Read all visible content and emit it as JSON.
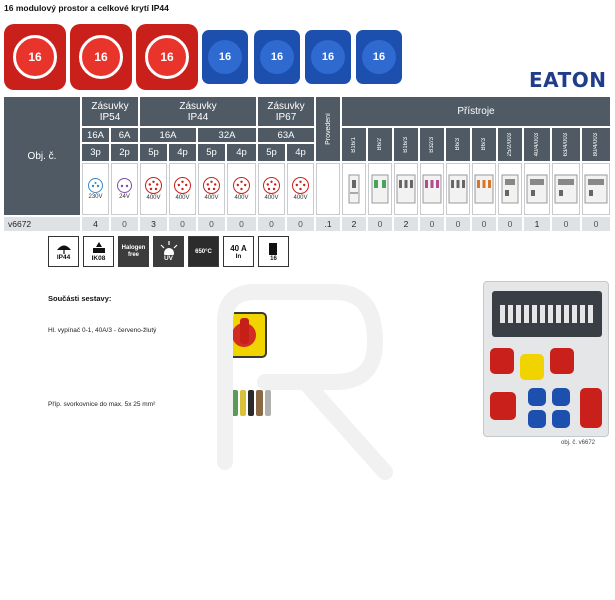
{
  "title": "16 modulový prostor a celkové krytí IP44",
  "brand": "EATON",
  "sockets": [
    {
      "label": "16",
      "color": "#c9201b",
      "kind": "red"
    },
    {
      "label": "16",
      "color": "#c9201b",
      "kind": "red"
    },
    {
      "label": "16",
      "color": "#c9201b",
      "kind": "red"
    },
    {
      "label": "16",
      "color": "#1d4fae",
      "kind": "blue"
    },
    {
      "label": "16",
      "color": "#1d4fae",
      "kind": "blue"
    },
    {
      "label": "16",
      "color": "#1d4fae",
      "kind": "blue"
    },
    {
      "label": "16",
      "color": "#1d4fae",
      "kind": "blue"
    }
  ],
  "table": {
    "obj_label": "Obj. č.",
    "groups": [
      {
        "label": "Zásuvky\nIP54"
      },
      {
        "label": "Zásuvky\nIP44"
      },
      {
        "label": "Zásuvky\nIP67"
      }
    ],
    "provedeni": "Provedení",
    "pristroje": "Přístroje",
    "currents": [
      "16A",
      "6A",
      "16A",
      "32A",
      "63A"
    ],
    "poles": [
      "3p",
      "2p",
      "5p",
      "4p",
      "5p",
      "4p",
      "5p",
      "4p"
    ],
    "voltages": [
      "230V",
      "24V",
      "400V",
      "400V",
      "400V",
      "400V",
      "400V",
      "400V"
    ],
    "devices": [
      "B16/1",
      "B6/2",
      "B16/3",
      "B32/3",
      "B6/3",
      "B6/3",
      "25/2/003",
      "40/4/003",
      "63/4/003",
      "80/4/003"
    ],
    "product_code": "v6672",
    "quantities": [
      "4",
      "0",
      "3",
      "0",
      "0",
      "0",
      "0",
      "0"
    ],
    "provedeni_qty": ".1",
    "device_qty": [
      "2",
      "0",
      "2",
      "0",
      "0",
      "0",
      "0",
      "1",
      "0",
      "0"
    ]
  },
  "features": [
    {
      "icon": "rain-protection-icon",
      "label": "IP44"
    },
    {
      "icon": "impact-icon",
      "label": "IK08"
    },
    {
      "icon": "halogen-free-icon",
      "label": "Halogen free"
    },
    {
      "icon": "uv-sun-icon",
      "label": "UV"
    },
    {
      "icon": "flame-icon",
      "label": "650°C"
    },
    {
      "icon": "current-icon",
      "label": "40 A",
      "sub": "In"
    },
    {
      "icon": "module-icon",
      "label": "16"
    }
  ],
  "parts": {
    "heading": "Součásti sestavy:",
    "item1": "Hl. vypínač 0-1, 40A/3 - červeno-žlutý",
    "item2": "Příp. svorkovnice do max. 5x 25 mm²"
  },
  "photo_caption": "obj. č. v6672",
  "colors": {
    "header": "#4f5a64",
    "red": "#c9201b",
    "blue": "#1d4fae",
    "eaton": "#1f3d8a"
  }
}
